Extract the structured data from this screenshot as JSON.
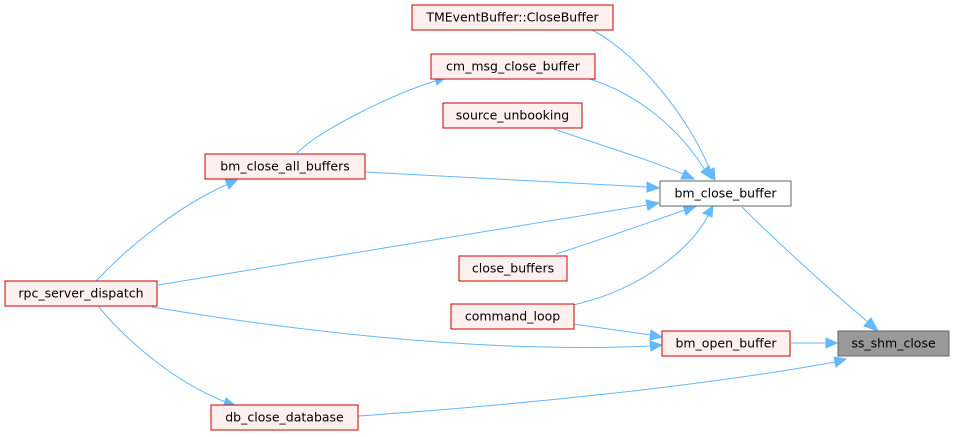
{
  "nodes": {
    "ss_shm_close": "ss_shm_close",
    "bm_close_buffer": "bm_close_buffer",
    "bm_open_buffer": "bm_open_buffer",
    "db_close_database": "db_close_database",
    "tm_close_buffer": "TMEventBuffer::CloseBuffer",
    "cm_msg_close_buffer": "cm_msg_close_buffer",
    "source_unbooking": "source_unbooking",
    "bm_close_all_buffers": "bm_close_all_buffers",
    "close_buffers": "close_buffers",
    "command_loop": "command_loop",
    "rpc_server_dispatch": "rpc_server_dispatch"
  },
  "colors": {
    "edge": "#63b8ff",
    "caller_border": "#cc0000",
    "caller_fill": "#fff0f0",
    "focus_fill": "#999999",
    "normal_border": "#666666"
  }
}
